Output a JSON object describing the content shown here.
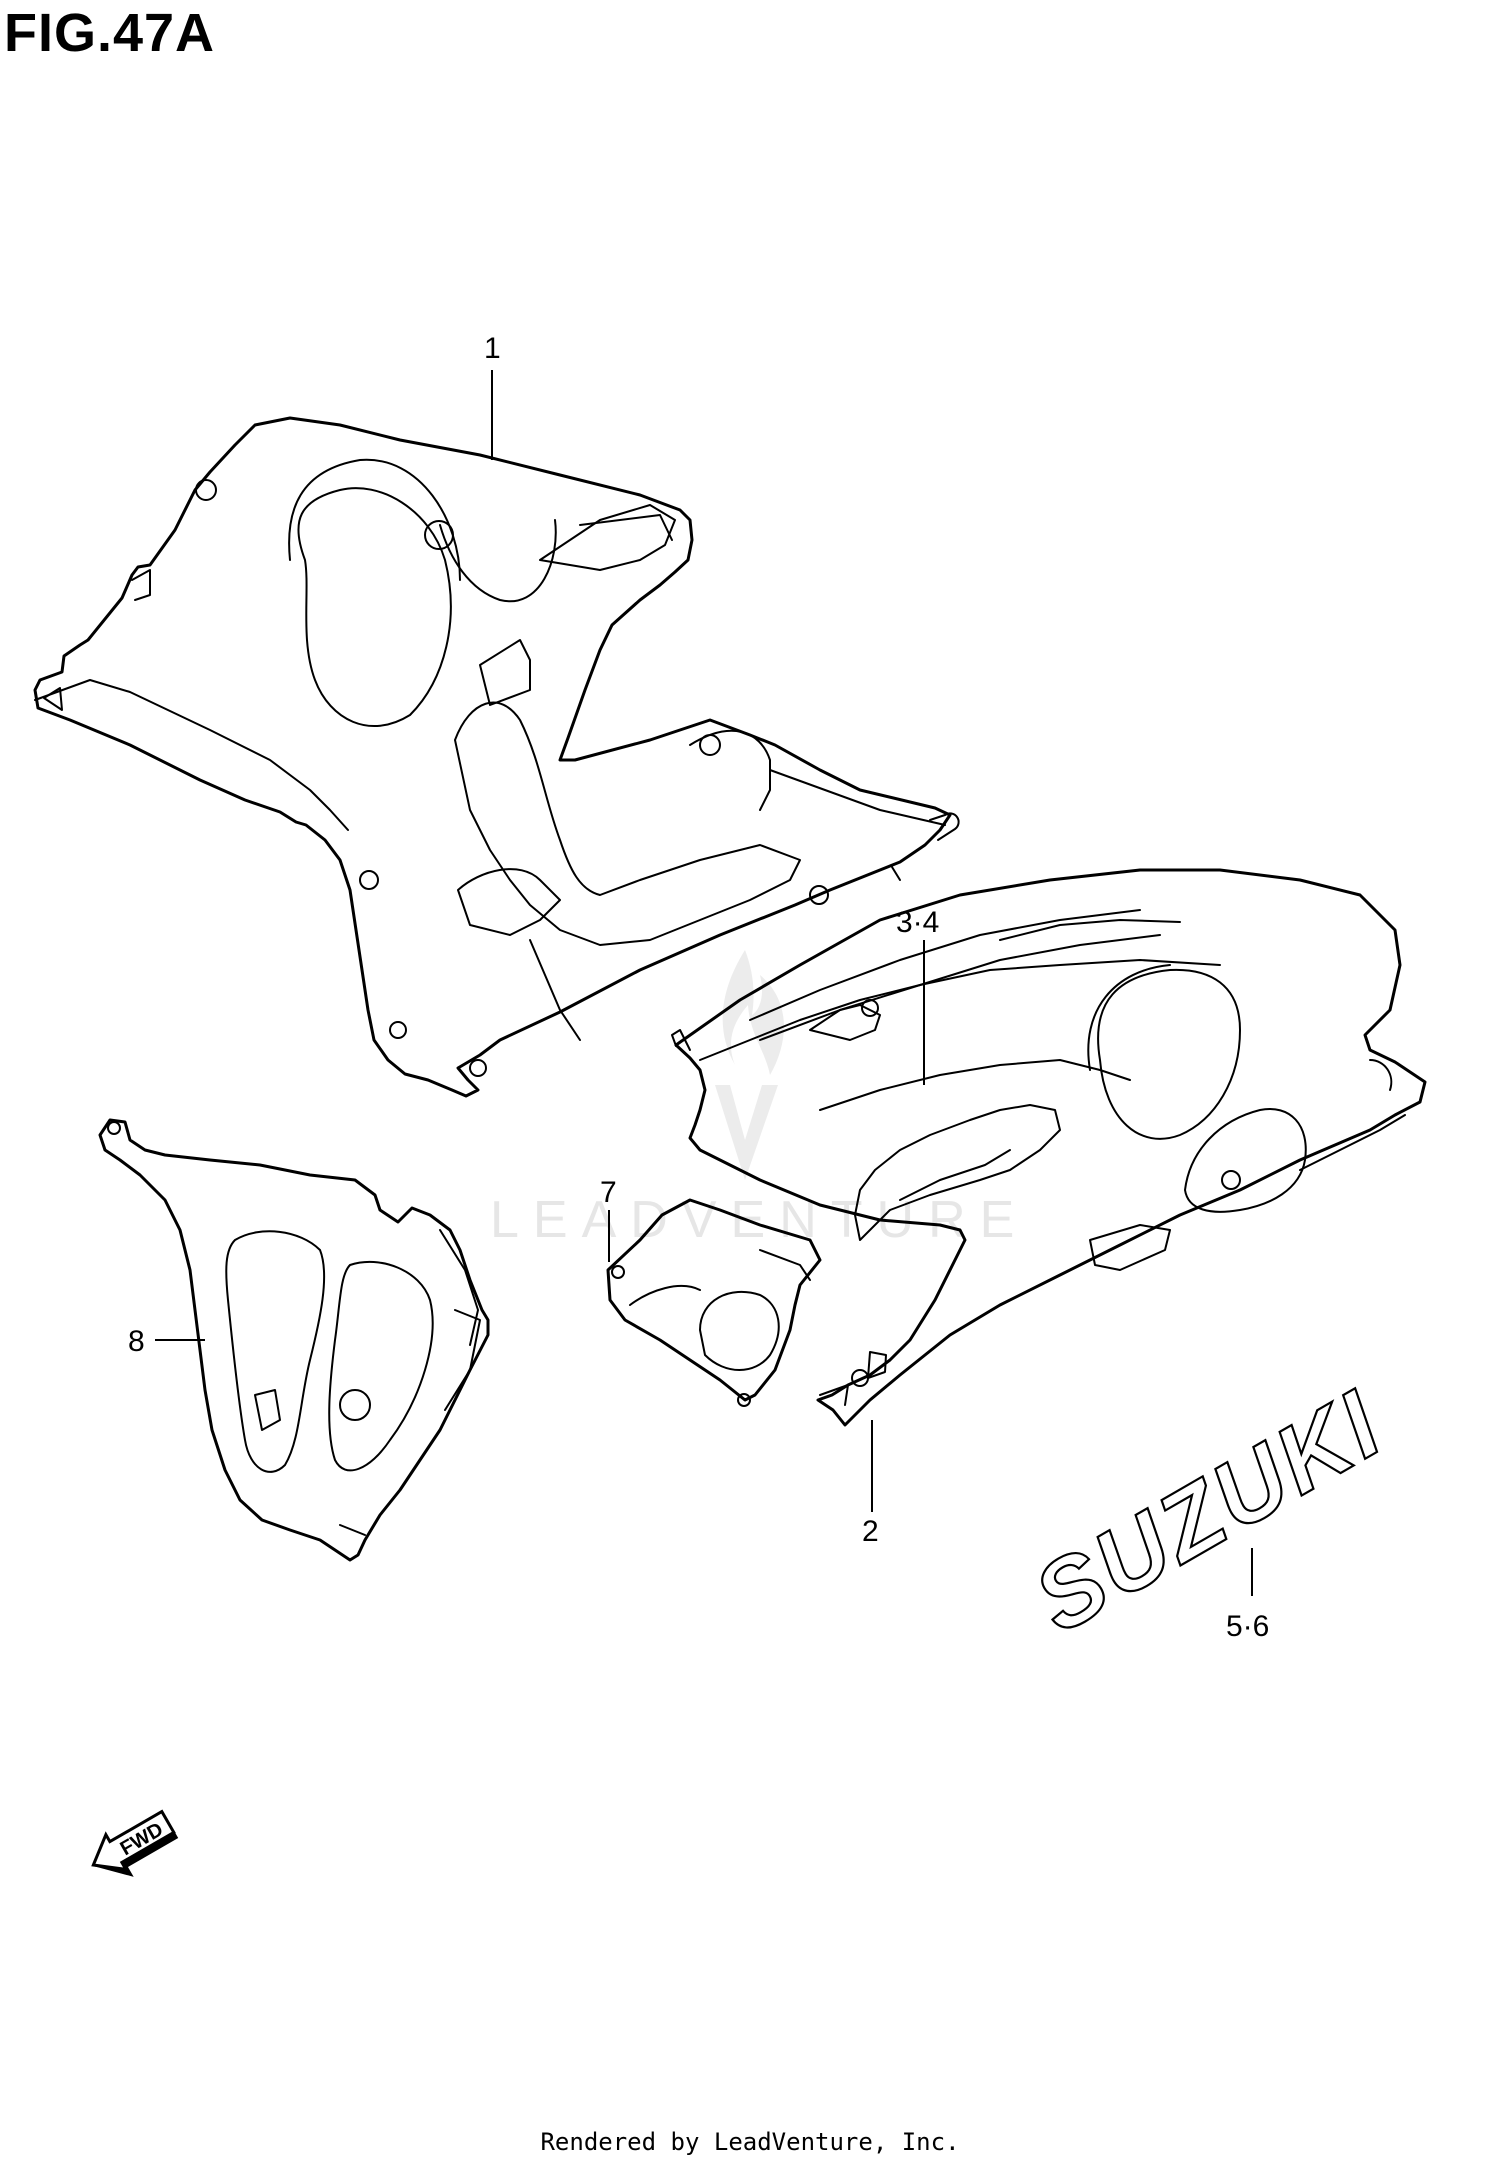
{
  "figure_title": "FIG.47A",
  "callouts": {
    "c1": "1",
    "c2": "2",
    "c34": "3·4",
    "c56": "5·6",
    "c7": "7",
    "c8": "8"
  },
  "decal_text": "SUZUKI",
  "fwd_label": "FWD",
  "watermark": "LEADVENTURE",
  "footer": "Rendered by LeadVenture, Inc.",
  "colors": {
    "line": "#000000",
    "watermark": "#e6e6e6",
    "background": "#ffffff"
  }
}
